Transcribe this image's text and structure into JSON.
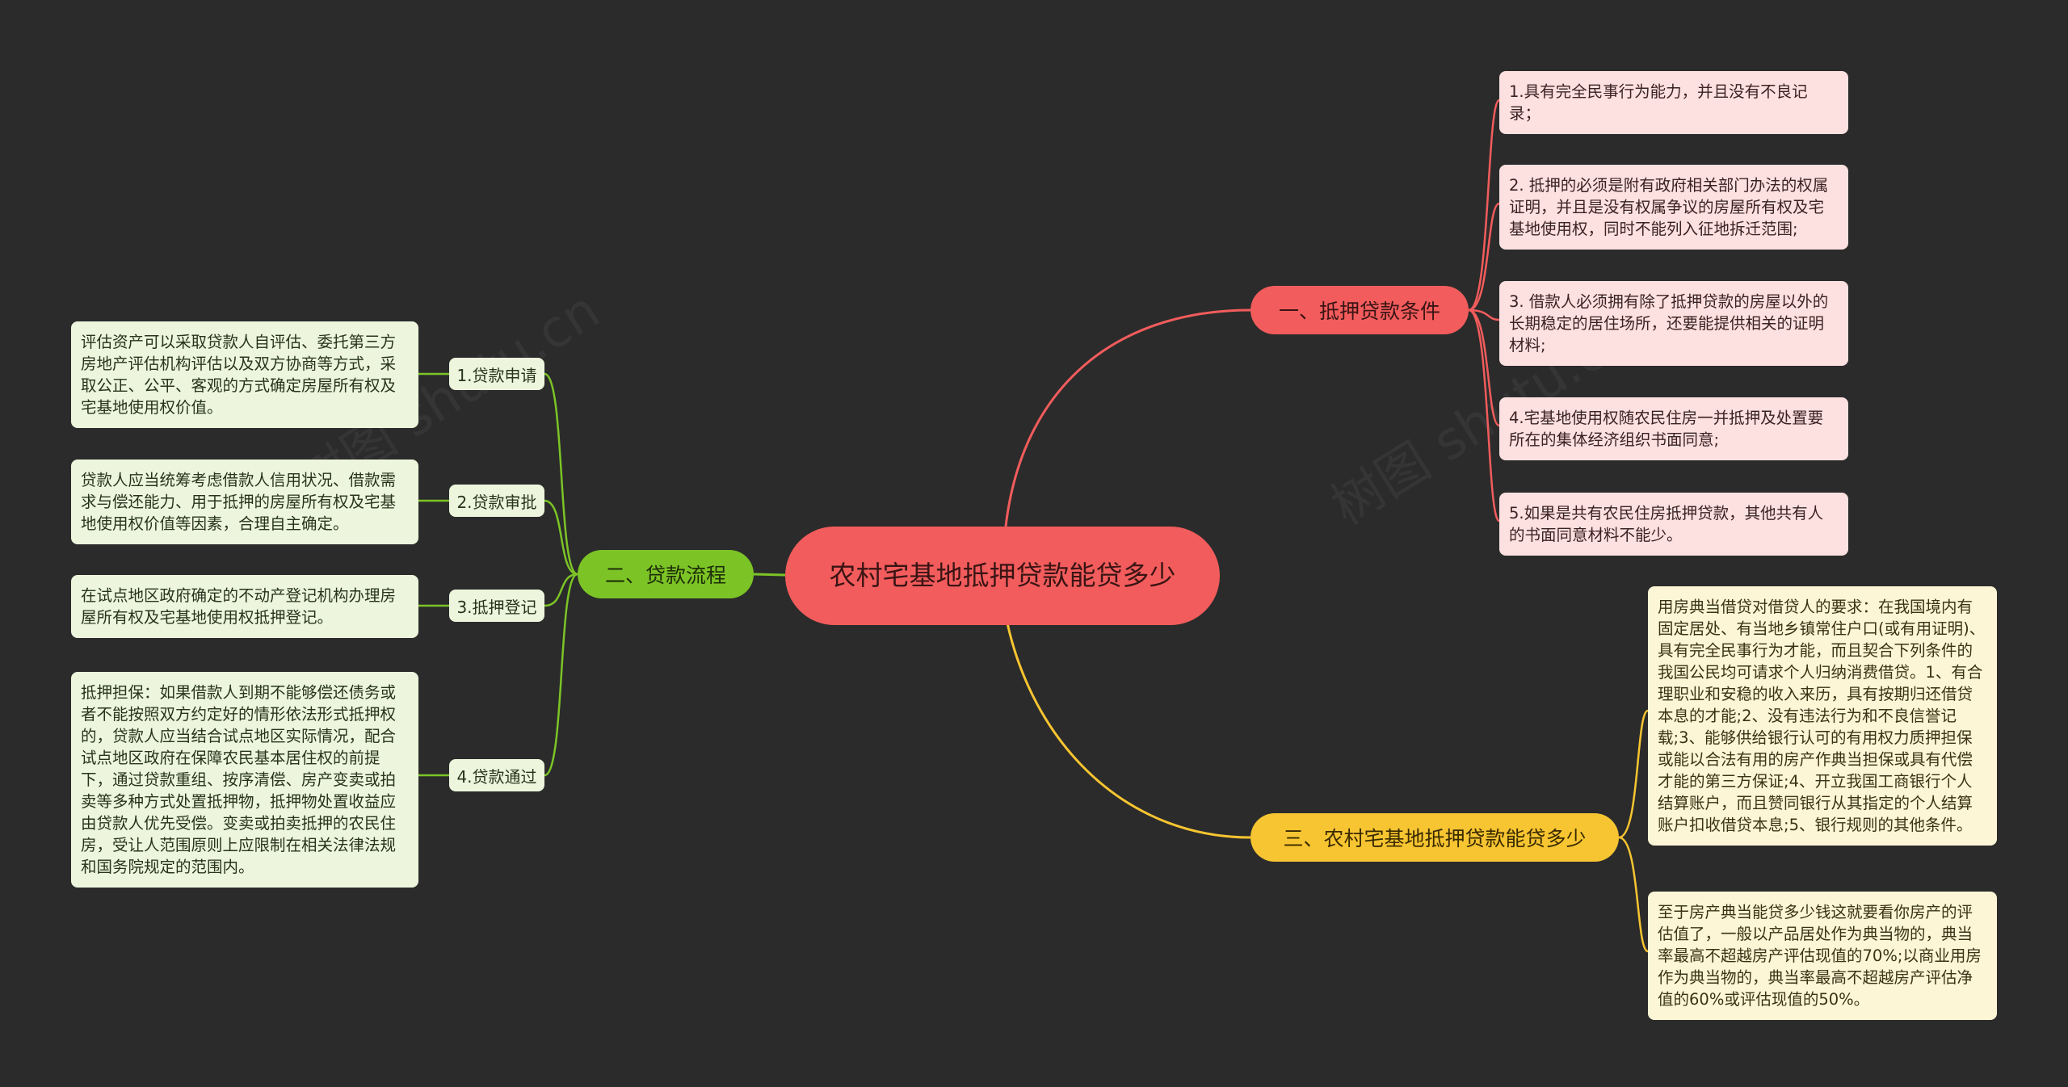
{
  "root": {
    "label": "农村宅基地抵押贷款能贷多少",
    "color": "#f25c5c"
  },
  "branch1": {
    "label": "一、抵押贷款条件",
    "color": "#f25c5c",
    "items": [
      "1.具有完全民事行为能力，并且没有不良记录；",
      "2. 抵押的必须是附有政府相关部门办法的权属证明，并且是没有权属争议的房屋所有权及宅基地使用权，同时不能列入征地拆迁范围;",
      "3. 借款人必须拥有除了抵押贷款的房屋以外的长期稳定的居住场所，还要能提供相关的证明材料;",
      "4.宅基地使用权随农民住房一并抵押及处置要所在的集体经济组织书面同意;",
      "5.如果是共有农民住房抵押贷款，其他共有人的书面同意材料不能少。"
    ]
  },
  "branch2": {
    "label": "二、贷款流程",
    "color": "#7cc426",
    "steps": [
      {
        "label": "1.贷款申请",
        "detail": "评估资产可以采取贷款人自评估、委托第三方房地产评估机构评估以及双方协商等方式，采取公正、公平、客观的方式确定房屋所有权及宅基地使用权价值。"
      },
      {
        "label": "2.贷款审批",
        "detail": "贷款人应当统筹考虑借款人信用状况、借款需求与偿还能力、用于抵押的房屋所有权及宅基地使用权价值等因素，合理自主确定。"
      },
      {
        "label": "3.抵押登记",
        "detail": "在试点地区政府确定的不动产登记机构办理房屋所有权及宅基地使用权抵押登记。"
      },
      {
        "label": "4.贷款通过",
        "detail": "抵押担保：如果借款人到期不能够偿还债务或者不能按照双方约定好的情形依法形式抵押权的，贷款人应当结合试点地区实际情况，配合试点地区政府在保障农民基本居住权的前提下，通过贷款重组、按序清偿、房产变卖或拍卖等多种方式处置抵押物，抵押物处置收益应由贷款人优先受偿。变卖或拍卖抵押的农民住房，受让人范围原则上应限制在相关法律法规和国务院规定的范围内。"
      }
    ]
  },
  "branch3": {
    "label": "三、农村宅基地抵押贷款能贷多少",
    "color": "#f7c531",
    "items": [
      "用房典当借贷对借贷人的要求：在我国境内有固定居处、有当地乡镇常住户口(或有用证明)、具有完全民事行为才能，而且契合下列条件的我国公民均可请求个人归纳消费借贷。1、有合理职业和安稳的收入来历，具有按期归还借贷本息的才能;2、没有违法行为和不良信誉记载;3、能够供给银行认可的有用权力质押担保或能以合法有用的房产作典当担保或具有代偿才能的第三方保证;4、开立我国工商银行个人结算账户，而且赞同银行从其指定的个人结算账户扣收借贷本息;5、银行规则的其他条件。",
      "至于房产典当能贷多少钱这就要看你房产的评估值了，一般以产品居处作为典当物的，典当率最高不超越房产评估现值的70%;以商业用房作为典当物的，典当率最高不超越房产评估净值的60%或评估现值的50%。"
    ]
  }
}
